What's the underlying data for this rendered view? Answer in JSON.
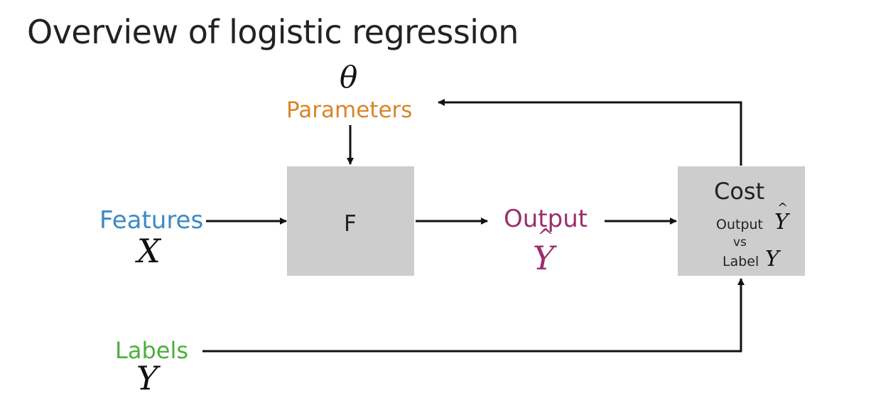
{
  "title": "Overview of logistic regression",
  "nodes": {
    "theta": {
      "symbol": "θ"
    },
    "parameters": {
      "label": "Parameters",
      "color": "#d9852b"
    },
    "features": {
      "label": "Features",
      "symbol": "X",
      "color": "#3b8ac4"
    },
    "f_box": {
      "label": "F"
    },
    "output": {
      "label": "Output",
      "symbol": "Y",
      "hat": "^",
      "color": "#9b2f6e"
    },
    "labels": {
      "label": "Labels",
      "symbol": "Y",
      "color": "#4caf3c"
    },
    "cost_box": {
      "title": "Cost",
      "line1_text": "Output",
      "line1_symbol": "Y",
      "line1_hat": "^",
      "vs": "vs",
      "line2_text": "Label",
      "line2_symbol": "Y"
    }
  },
  "colors": {
    "box_fill": "#cdcdcd",
    "arrow": "#111111"
  }
}
